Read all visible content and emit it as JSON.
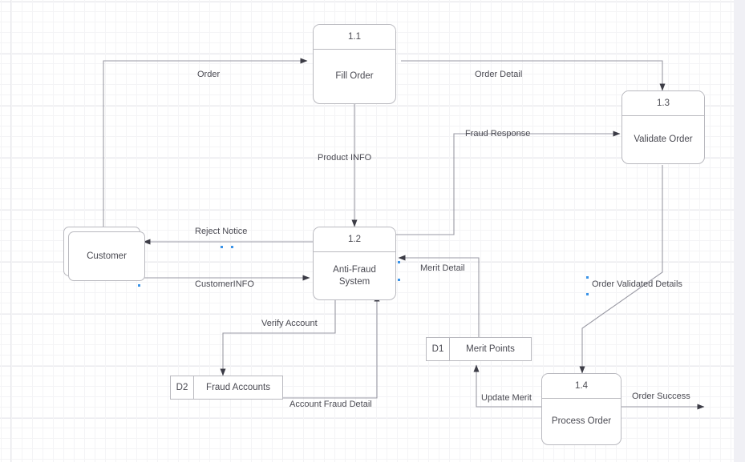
{
  "canvas": {
    "background_color": "#ffffff",
    "grid_minor_color": "#f4f4f6",
    "grid_major_color": "#ebebef",
    "panel_color": "#f0f0f5",
    "line_color": "#8c8c96",
    "shape_border_color": "#b9b9bf",
    "text_color": "#4a4a52",
    "handle_color": "#3a93e8"
  },
  "processes": [
    {
      "id": "p11",
      "number": "1.1",
      "name": "Fill Order"
    },
    {
      "id": "p12",
      "number": "1.2",
      "name": "Anti-Fraud\nSystem"
    },
    {
      "id": "p13",
      "number": "1.3",
      "name": "Validate Order"
    },
    {
      "id": "p14",
      "number": "1.4",
      "name": "Process Order"
    }
  ],
  "entities": [
    {
      "id": "customer",
      "name": "Customer"
    }
  ],
  "datastores": [
    {
      "id": "d1",
      "key": "D1",
      "name": "Merit Points"
    },
    {
      "id": "d2",
      "key": "D2",
      "name": "Fraud Accounts"
    }
  ],
  "flows": [
    {
      "id": "order",
      "label": "Order",
      "from": "Customer",
      "to": "1.1"
    },
    {
      "id": "order_detail",
      "label": "Order Detail",
      "from": "1.1",
      "to": "1.3"
    },
    {
      "id": "product_info",
      "label": "Product INFO",
      "from": "1.1",
      "to": "1.2"
    },
    {
      "id": "fraud_response",
      "label": "Fraud Response",
      "from": "1.2",
      "to": "1.3"
    },
    {
      "id": "reject_notice",
      "label": "Reject Notice",
      "from": "1.2",
      "to": "Customer"
    },
    {
      "id": "customer_info",
      "label": "CustomerINFO",
      "from": "Customer",
      "to": "1.2"
    },
    {
      "id": "merit_detail",
      "label": "Merit Detail",
      "from": "D1",
      "to": "1.2"
    },
    {
      "id": "verify_account",
      "label": "Verify Account",
      "from": "1.2",
      "to": "D2"
    },
    {
      "id": "account_fraud_detail",
      "label": "Account Fraud Detail",
      "from": "D2",
      "to": "1.2"
    },
    {
      "id": "order_validated_details",
      "label": "Order Validated Details",
      "from": "1.3",
      "to": "1.4"
    },
    {
      "id": "update_merit",
      "label": "Update Merit",
      "from": "1.4",
      "to": "D1"
    },
    {
      "id": "order_success",
      "label": "Order Success",
      "from": "1.4",
      "to": ""
    }
  ]
}
